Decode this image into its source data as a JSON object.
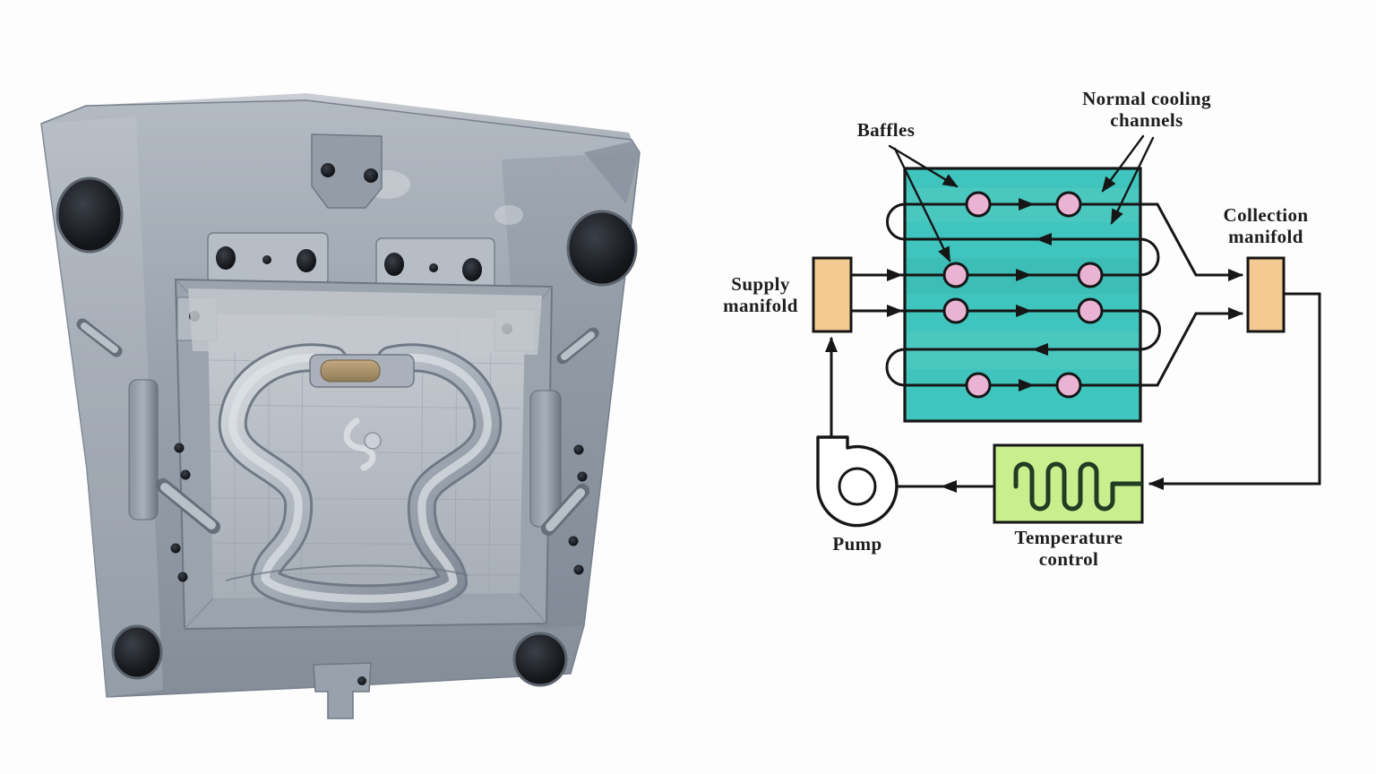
{
  "photo": {
    "alt": "Injection mould half with chair-frame shaped cavity, four corner locating holes and clamp plates"
  },
  "diagram": {
    "labels": {
      "baffles": "Baffles",
      "normal_cooling_1": "Normal cooling",
      "normal_cooling_2": "channels",
      "supply_1": "Supply",
      "supply_2": "manifold",
      "collection_1": "Collection",
      "collection_2": "manifold",
      "pump": "Pump",
      "temperature_1": "Temperature",
      "temperature_2": "control"
    },
    "colors": {
      "mold_teal": "#3fc5bd",
      "baffle_pink": "#eab3d3",
      "manifold_orange": "#f5ca92",
      "temp_green": "#c9ee8e",
      "coil_green": "#1f3d22",
      "ink": "#161616"
    }
  }
}
